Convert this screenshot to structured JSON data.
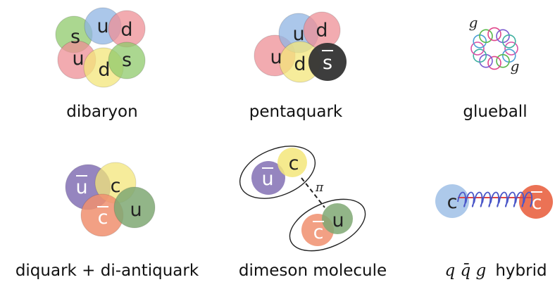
{
  "captions": {
    "dibaryon": "dibaryon",
    "pentaquark": "pentaquark",
    "glueball": "glueball",
    "tetraquark": "diquark + di-antiquark",
    "molecule": "dimeson molecule",
    "hybrid_math": "q q̄ g",
    "hybrid_word": "hybrid"
  },
  "dibaryon": {
    "quarks": [
      {
        "label": "s",
        "color": "#8fc96b"
      },
      {
        "label": "u",
        "color": "#8fb4e3"
      },
      {
        "label": "d",
        "color": "#ee8f96"
      },
      {
        "label": "u",
        "color": "#ee8f96"
      },
      {
        "label": "s",
        "color": "#8fc96b"
      },
      {
        "label": "d",
        "color": "#f3e67a"
      }
    ]
  },
  "pentaquark": {
    "quarks": [
      {
        "label": "u",
        "color": "#8fb4e3"
      },
      {
        "label": "d",
        "color": "#ee8f96"
      },
      {
        "label": "u",
        "color": "#ee8f96"
      },
      {
        "label": "d",
        "color": "#f3e67a"
      },
      {
        "label": "s",
        "color": "#333333",
        "anti": true
      }
    ]
  },
  "glueball": {
    "labels": [
      "g",
      "g"
    ]
  },
  "tetraquark": {
    "quarks": [
      {
        "label": "u",
        "color": "#8a78b8",
        "anti": true
      },
      {
        "label": "c",
        "color": "#f3e67a"
      },
      {
        "label": "c",
        "color": "#f08f6e",
        "anti": true
      },
      {
        "label": "u",
        "color": "#7fa873"
      }
    ]
  },
  "molecule": {
    "quarks": [
      {
        "label": "u",
        "color": "#8a78b8",
        "anti": true
      },
      {
        "label": "c",
        "color": "#f3e67a"
      },
      {
        "label": "c",
        "color": "#f08f6e",
        "anti": true
      },
      {
        "label": "u",
        "color": "#7fa873"
      }
    ],
    "exchange": "π"
  },
  "hybrid": {
    "quarks": [
      {
        "label": "c",
        "color": "#9fc0e6"
      },
      {
        "label": "c",
        "color": "#ea6a4c",
        "anti": true
      }
    ]
  }
}
